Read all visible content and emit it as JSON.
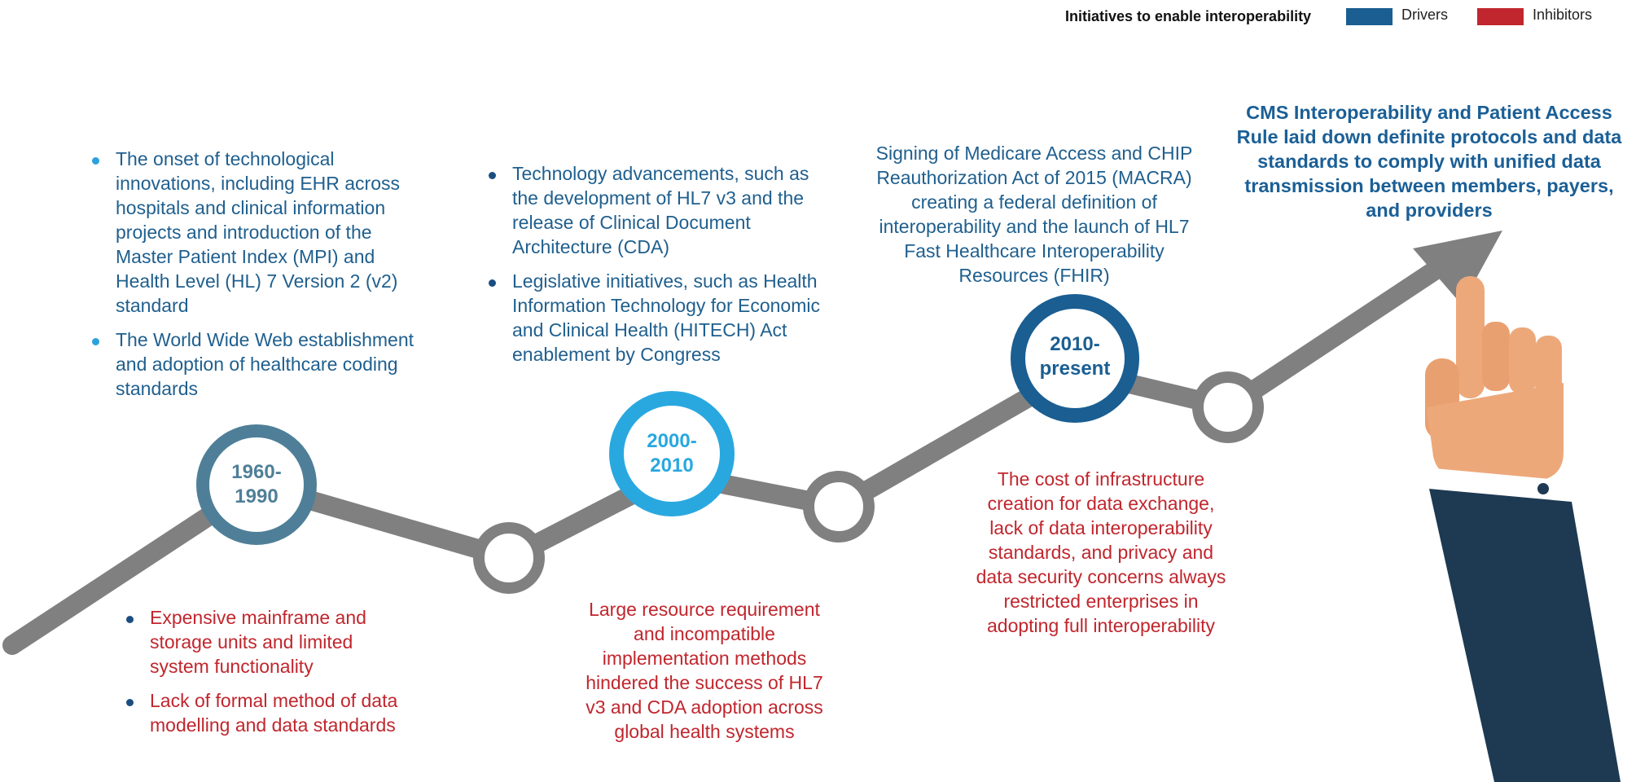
{
  "legend": {
    "title": "Initiatives to enable interoperability",
    "items": [
      {
        "label": "Drivers",
        "color": "#1a5e92"
      },
      {
        "label": "Inhibitors",
        "color": "#c1262f"
      }
    ]
  },
  "eras": [
    {
      "label": "1960-\n1990",
      "color": "#4f7f98"
    },
    {
      "label": "2000-\n2010",
      "color": "#29a8e0"
    },
    {
      "label": "2010-\npresent",
      "color": "#1a5e92"
    }
  ],
  "drivers": {
    "era1": [
      "The onset of technological innovations, including EHR across hospitals and clinical information projects and introduction of the Master Patient Index (MPI) and Health Level (HL) 7 Version 2 (v2) standard",
      "The World Wide Web establishment and adoption of healthcare coding standards"
    ],
    "era2": [
      "Technology advancements, such as the development of HL7 v3 and the release of Clinical Document Architecture (CDA)",
      "Legislative initiatives, such as Health Information Technology for Economic and Clinical Health (HITECH) Act enablement by Congress"
    ],
    "era3": "Signing of Medicare Access and CHIP Reauthorization Act of 2015 (MACRA) creating a federal definition of interoperability and the launch of HL7 Fast Healthcare Interoperability Resources (FHIR)",
    "final": "CMS Interoperability and Patient Access Rule laid down definite protocols and data standards to comply with unified data transmission between members, payers, and providers"
  },
  "inhibitors": {
    "era1": [
      "Expensive mainframe and storage units and limited system functionality",
      "Lack of formal method of data modelling and data standards"
    ],
    "era2": "Large resource requirement and incompatible implementation methods hindered the success of HL7 v3 and CDA adoption across global health systems",
    "era3": "The cost of infrastructure creation for data exchange, lack of data interoperability standards, and privacy and data security concerns always restricted enterprises in adopting full interoperability"
  }
}
